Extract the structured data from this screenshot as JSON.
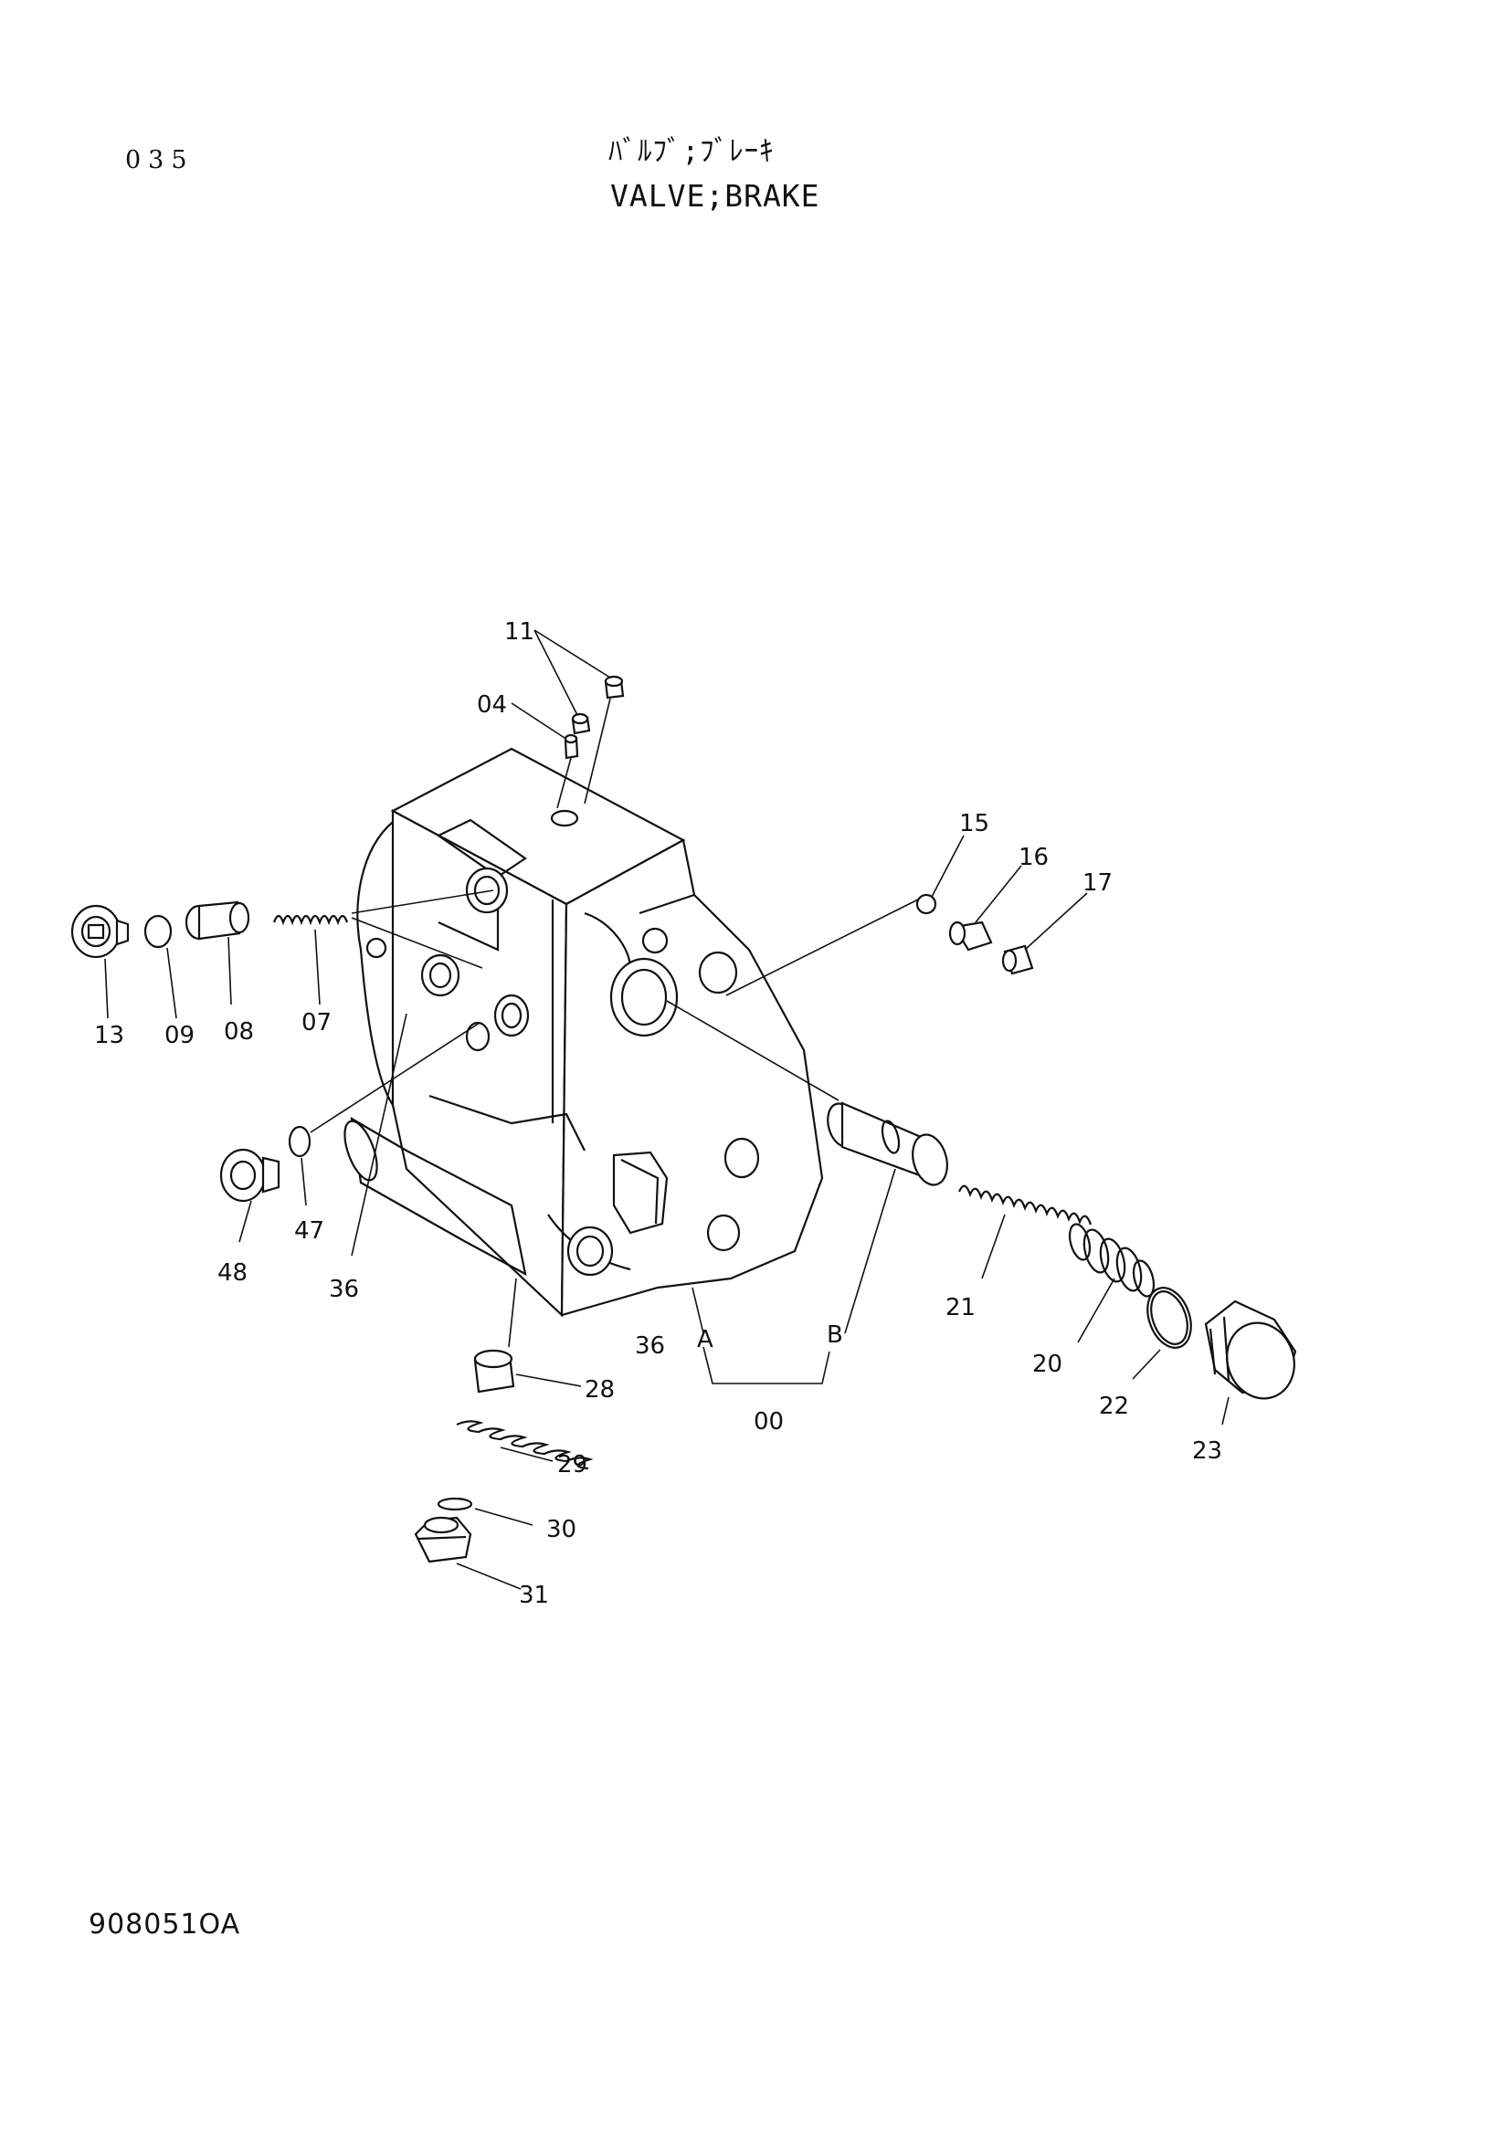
{
  "header": {
    "page_number": "035",
    "title_jp": "ﾊﾞﾙﾌﾞ;ﾌﾞﾚｰｷ",
    "title_en": "VALVE;BRAKE"
  },
  "footer": {
    "drawing_number": "908051OA"
  },
  "part_labels": {
    "p11": "11",
    "p04": "04",
    "p15": "15",
    "p16": "16",
    "p17": "17",
    "p13": "13",
    "p09": "09",
    "p08": "08",
    "p07": "07",
    "p47": "47",
    "p48": "48",
    "p36a": "36",
    "p36b": "36",
    "pA": "A",
    "pB": "B",
    "p00": "00",
    "p21": "21",
    "p20": "20",
    "p22": "22",
    "p23": "23",
    "p28": "28",
    "p29": "29",
    "p30": "30",
    "p31": "31"
  }
}
